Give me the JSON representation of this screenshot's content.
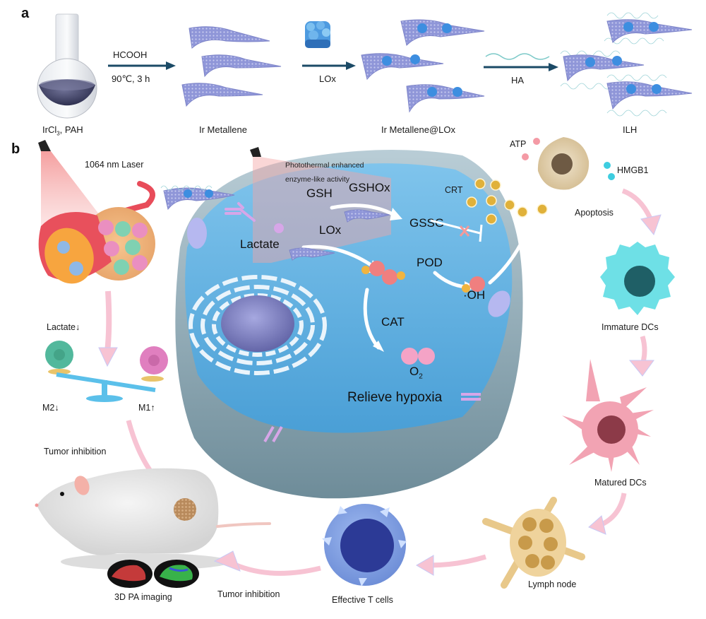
{
  "figure": {
    "panel_a": {
      "letter": "a",
      "steps": [
        {
          "label": "IrCl",
          "sub": "3",
          "suffix": ", PAH"
        },
        {
          "label": "Ir Metallene"
        },
        {
          "label": "Ir Metallene@LOx"
        },
        {
          "label": "ILH"
        }
      ],
      "arrows": [
        {
          "top": "HCOOH",
          "bottom": "90℃, 3 h"
        },
        {
          "bottom": "LOx"
        },
        {
          "bottom": "HA"
        }
      ]
    },
    "panel_b": {
      "letter": "b",
      "laser_label": "1064 nm Laser",
      "photothermal_line1": "Photothermal enhanced",
      "photothermal_line2": "enzyme-like activity",
      "pathway": {
        "gsh": "GSH",
        "gshox": "GSHOx",
        "gssg": "GSSG",
        "lactate": "Lactate",
        "lox": "LOx",
        "pod": "POD",
        "oh": "·OH",
        "cat": "CAT",
        "o2": "O",
        "o2_sub": "2",
        "relieve": "Relieve hypoxia"
      },
      "icd": {
        "atp": "ATP",
        "hmgb1": "HMGB1",
        "crt": "CRT",
        "apoptosis": "Apoptosis"
      },
      "immune_cycle": {
        "immature_dcs": "Immature DCs",
        "matured_dcs": "Matured DCs",
        "lymph_node": "Lymph node",
        "effective_t_cells": "Effective T cells",
        "tumor_inhibition_bottom": "Tumor inhibition"
      },
      "left_side": {
        "lactate_down": "Lactate↓",
        "m2": "M2↓",
        "m1": "M1↑",
        "tumor_inhibition": "Tumor inhibition",
        "pa_imaging": "3D PA imaging"
      }
    },
    "colors": {
      "arrow_dark": "#1b4a66",
      "cell_blue": "#5aaee0",
      "membrane": "#9fb9c6",
      "pink_arrow": "#f7c3d3",
      "metallene": "#8f96d8",
      "crt_gold": "#e0b13a",
      "o2_pink": "#f4a3c6",
      "h2o2_red": "#f07f7f"
    }
  }
}
